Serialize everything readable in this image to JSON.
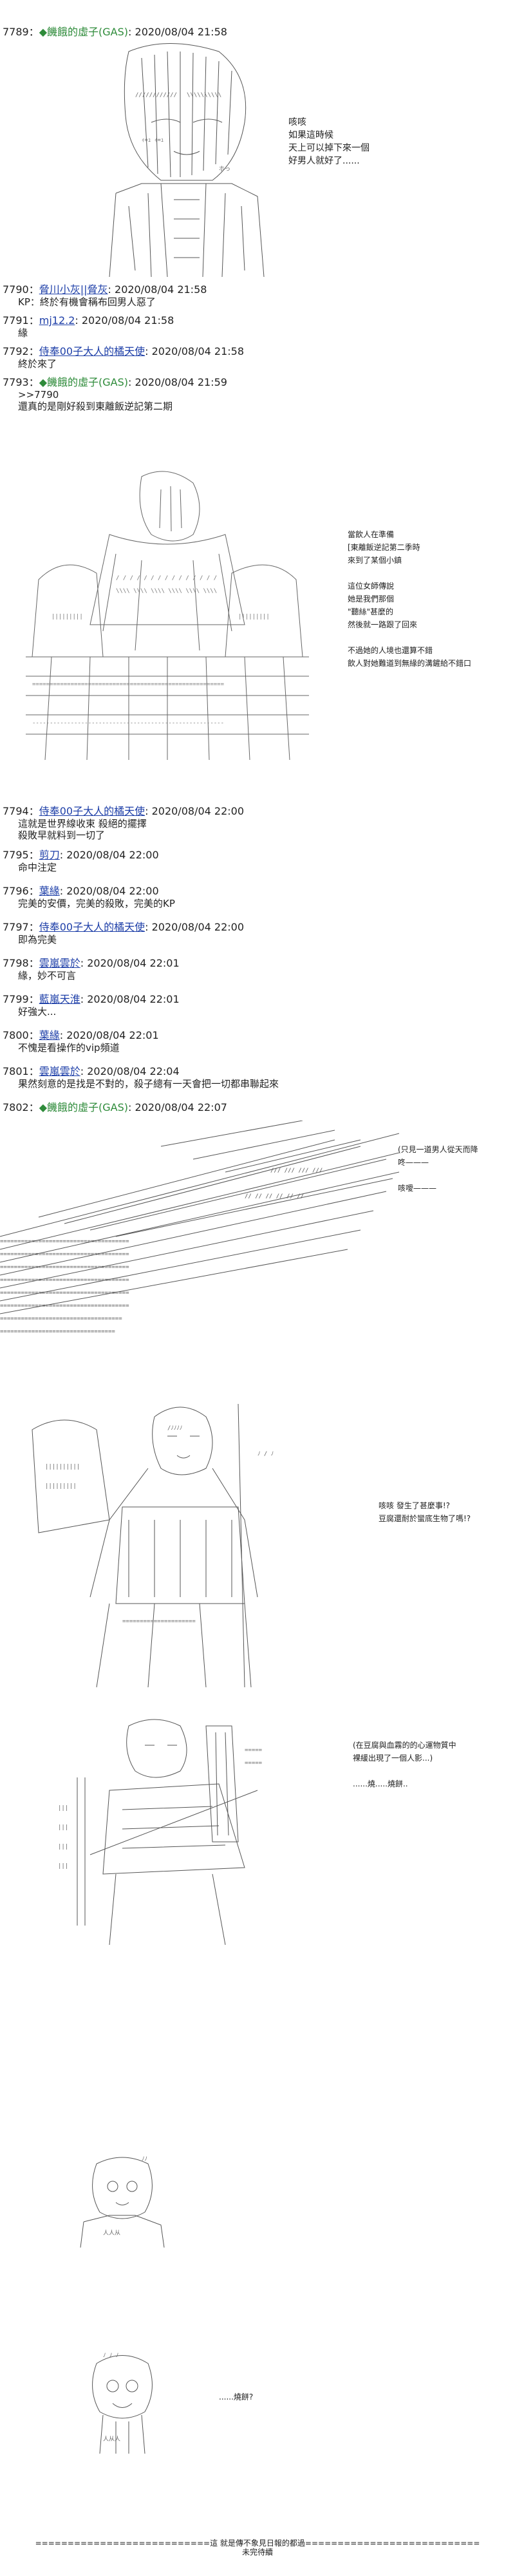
{
  "posts": [
    {
      "num": "7789：",
      "name": "◆饑餓的虛子(GAS)",
      "date": ": 2020/08/04 21:58",
      "body": ""
    },
    {
      "num": "7790：",
      "name": "脅川小灰||脅灰",
      "date": ": 2020/08/04 21:58",
      "body": "KP：終於有機會稱布回男人惡了"
    },
    {
      "num": "7791：",
      "name": "mj12.2",
      "date": ": 2020/08/04 21:58",
      "body": "緣"
    },
    {
      "num": "7792：",
      "name": "侍奉00子大人的橘天使",
      "date": ": 2020/08/04 21:58",
      "body": "終於來了"
    },
    {
      "num": "7793：",
      "name": "◆饑餓的虛子(GAS)",
      "date": ": 2020/08/04 21:59",
      "body": ">>7790\n還真的是剛好殺到東離飯逆記第二期"
    },
    {
      "num": "7794：",
      "name": "侍奉00子大人的橘天使",
      "date": ": 2020/08/04 22:00",
      "body": "這就是世界線收束 殺絕的擺擇\n殺敗早就料到一切了"
    },
    {
      "num": "7795：",
      "name": "剪刀",
      "date": ": 2020/08/04 22:00",
      "body": "命中注定"
    },
    {
      "num": "7796：",
      "name": "葉緣",
      "date": ": 2020/08/04 22:00",
      "body": "完美的安價，完美的殺敗，完美的KP"
    },
    {
      "num": "7797：",
      "name": "侍奉00子大人的橘天使",
      "date": ": 2020/08/04 22:00",
      "body": "即為完美"
    },
    {
      "num": "7798：",
      "name": "雲嵐雲於",
      "date": ": 2020/08/04 22:01",
      "body": "緣，妙不可言"
    },
    {
      "num": "7799：",
      "name": "藍嵐天淮",
      "date": ": 2020/08/04 22:01",
      "body": "好強大..."
    },
    {
      "num": "7800：",
      "name": "葉緣",
      "date": ": 2020/08/04 22:01",
      "body": "不愧是看操作的vip頻道"
    },
    {
      "num": "7801：",
      "name": "雲嵐雲於",
      "date": ": 2020/08/04 22:04",
      "body": "果然刻意的是找是不對的，殺子總有一天會把一切都串聯起來"
    },
    {
      "num": "7802：",
      "name": "◆饑餓的虛子(GAS)",
      "date": ": 2020/08/04 22:07",
      "body": ""
    }
  ],
  "dialogues": {
    "d1": "咳咳\n如果這時候\n天上可以掉下來一個\n好男人就好了......",
    "d2": "當飲人在準備\n[東離飯逆記第二季時\n來到了某個小鎮\n\n這位女師傳說\n她是我們那個\n\"聽絲\"甚麼的\n然後就一路跟了回來\n\n不過她的人境也還算不錯\n飲人對她難道到無緣的溝鏟給不錯口",
    "d3": "(只見一道男人從天而降\n咚———\n\n咳噯———",
    "d4": "咳咳 發生了甚麼事!?\n豆腐還耐於蠻底生物了嗎!?",
    "d5": "(在豆腐與血霧的的心運物質中\n裸緩出現了一個人影...)\n\n......燒.....燒餅..",
    "d6": "......燒餅?"
  },
  "footer": "===========================這 就是傳不象見日報的都過===========================\n未完待續",
  "colors": {
    "name_green": "#2e8b3a",
    "link_blue": "#1e3fa8"
  }
}
